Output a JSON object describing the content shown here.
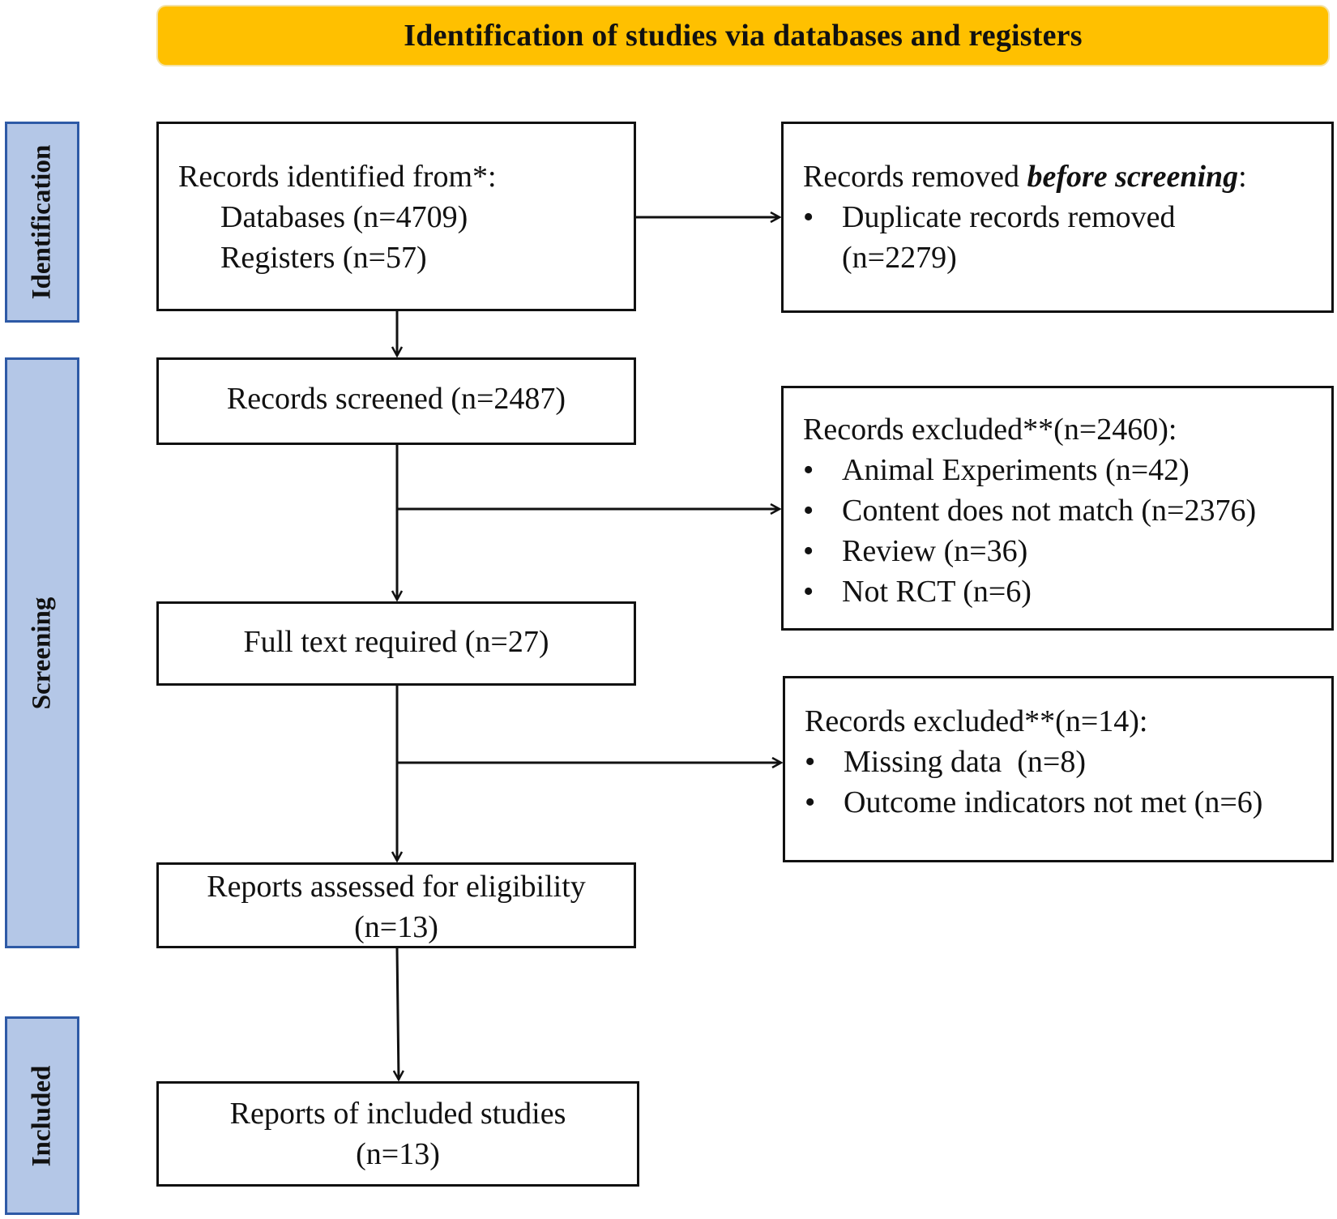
{
  "colors": {
    "header_fill": "#FFC000",
    "phase_fill": "#B4C7E7",
    "phase_border": "#2E5AA6",
    "box_border": "#111111"
  },
  "header": {
    "title": "Identification of studies via databases and registers"
  },
  "phases": {
    "identification": "Identification",
    "screening": "Screening",
    "included": "Included"
  },
  "identified": {
    "heading": "Records identified from*:",
    "databases": "Databases (n=4709)",
    "registers": "Registers (n=57)"
  },
  "removed": {
    "heading_prefix": "Records removed ",
    "heading_emphasis": "before screening",
    "heading_suffix": ":",
    "bullet": "•",
    "item_line1": "Duplicate records removed",
    "item_line2": "(n=2279)"
  },
  "screened": {
    "text": "Records screened (n=2487)"
  },
  "excluded1": {
    "heading": "Records excluded**(n=2460):",
    "bullet": "•",
    "items": [
      "Animal Experiments (n=42)",
      "Content does not match (n=2376)",
      "Review (n=36)",
      "Not RCT (n=6)"
    ]
  },
  "fulltext": {
    "text": "Full text required (n=27)"
  },
  "excluded2": {
    "heading": "Records excluded**(n=14):",
    "bullet": "•",
    "items": [
      "Missing data  (n=8)",
      "Outcome indicators not met (n=6)"
    ]
  },
  "eligibility": {
    "line1": "Reports assessed for eligibility",
    "line2": "(n=13)"
  },
  "included_studies": {
    "line1": "Reports of included studies",
    "line2": "(n=13)"
  }
}
